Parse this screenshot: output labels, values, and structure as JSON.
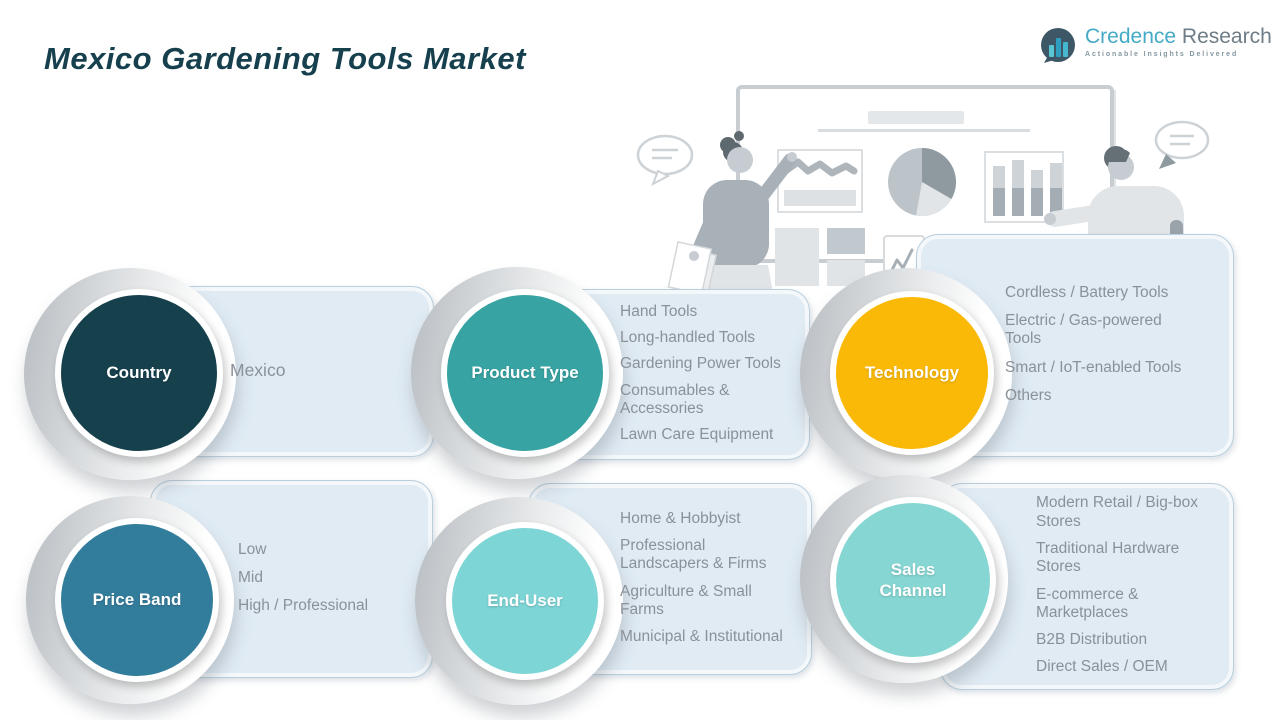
{
  "title": "Mexico Gardening Tools Market",
  "logo": {
    "brand_primary": "Credence",
    "brand_secondary": " Research",
    "tagline": "Actionable Insights Delivered",
    "colors": {
      "primary": "#45aac5",
      "secondary": "#6e7d87",
      "icon_bg": "#3d5766",
      "icon_bars": "#3fb6c9"
    }
  },
  "illustration": {
    "description": "Two presenters at a whiteboard showing a line chart, pie chart and bar chart, with speech bubbles"
  },
  "segments": [
    {
      "id": "country",
      "label": "Country",
      "color": "#17404d",
      "items": [
        "Mexico"
      ]
    },
    {
      "id": "product-type",
      "label": "Product Type",
      "color": "#37a3a2",
      "items": [
        "Hand Tools",
        "Long-handled Tools",
        "Gardening Power Tools",
        "Consumables &\nAccessories",
        "Lawn Care Equipment"
      ]
    },
    {
      "id": "technology",
      "label": "Technology",
      "color": "#fbb907",
      "items": [
        "Cordless / Battery Tools",
        "Electric / Gas-powered\nTools",
        "Smart / IoT-enabled Tools",
        "Others"
      ]
    },
    {
      "id": "price-band",
      "label": "Price Band",
      "color": "#337d9c",
      "items": [
        "Low",
        "Mid",
        "High / Professional"
      ]
    },
    {
      "id": "end-user",
      "label": "End-User",
      "color": "#7ed5d6",
      "items": [
        "Home & Hobbyist",
        "Professional\nLandscapers & Firms",
        "Agriculture & Small\nFarms",
        "Municipal & Institutional"
      ]
    },
    {
      "id": "sales-channel",
      "label": "Sales\nChannel",
      "color": "#86d7d4",
      "items": [
        "Modern Retail / Big-box\nStores",
        "Traditional Hardware\nStores",
        "E-commerce &\nMarketplaces",
        "B2B Distribution",
        "Direct Sales / OEM"
      ]
    }
  ]
}
